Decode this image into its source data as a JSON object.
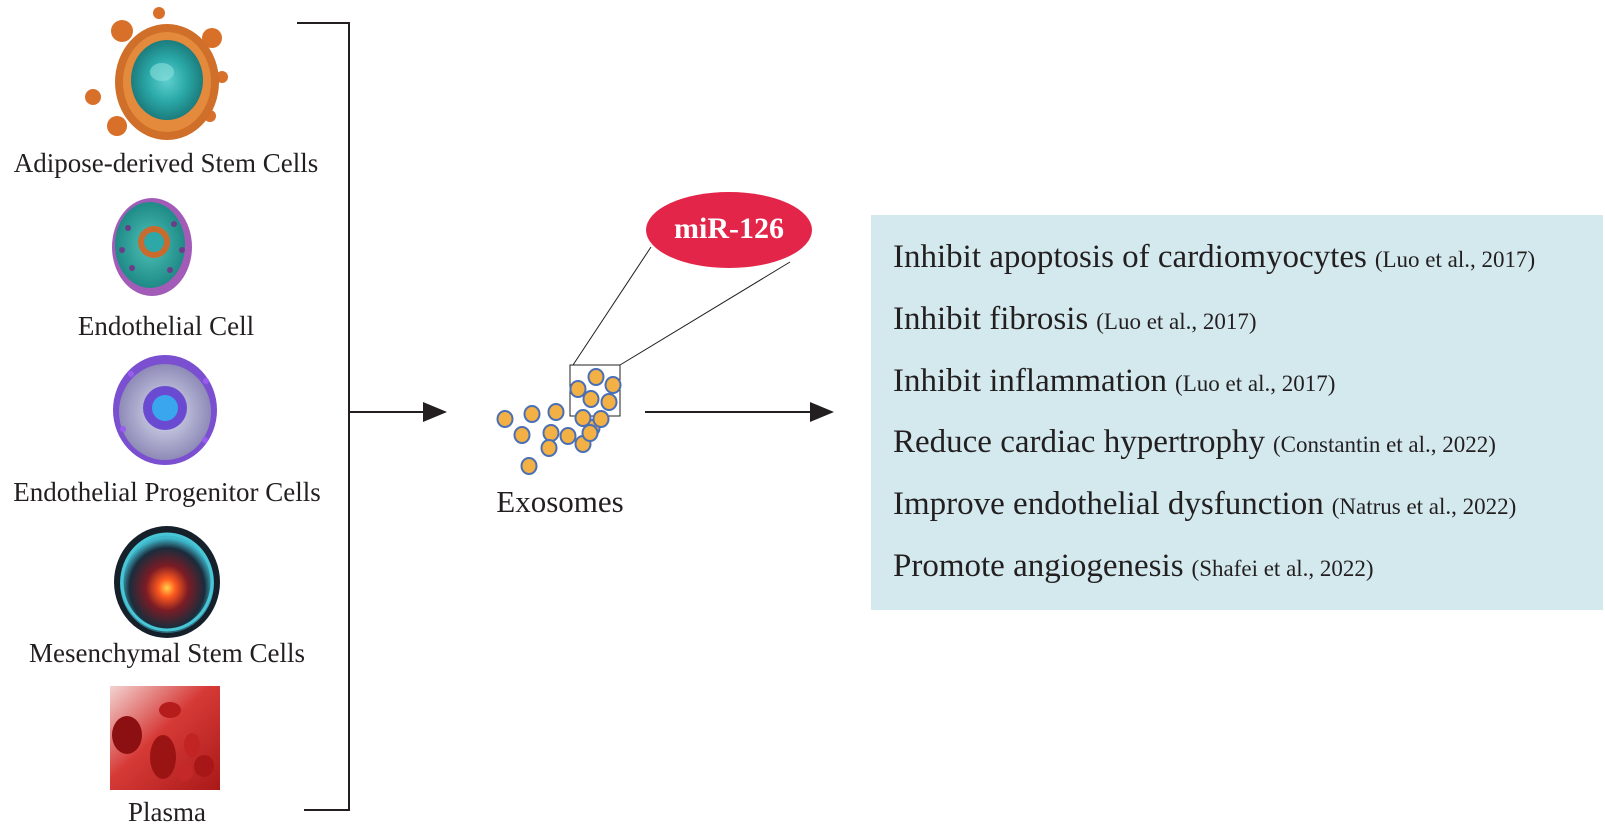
{
  "sources": [
    {
      "label": "Adipose-derived Stem Cells",
      "icon": "adipose-stem-cell-icon"
    },
    {
      "label": "Endothelial Cell",
      "icon": "endothelial-cell-icon"
    },
    {
      "label": "Endothelial Progenitor Cells",
      "icon": "endothelial-progenitor-cell-icon"
    },
    {
      "label": "Mesenchymal Stem Cells",
      "icon": "mesenchymal-stem-cell-icon"
    },
    {
      "label": "Plasma",
      "icon": "plasma-blood-vessel-icon"
    }
  ],
  "exosomes": {
    "label": "Exosomes"
  },
  "mirna": {
    "label": "miR-126",
    "color": "#e4254a"
  },
  "effects": [
    {
      "text": "Inhibit apoptosis of cardiomyocytes",
      "citation": "(Luo et al., 2017)"
    },
    {
      "text": "Inhibit fibrosis",
      "citation": "(Luo et al., 2017)"
    },
    {
      "text": "Inhibit inflammation",
      "citation": "(Luo et al., 2017)"
    },
    {
      "text": "Reduce cardiac hypertrophy",
      "citation": "(Constantin et al., 2022)"
    },
    {
      "text": "Improve endothelial dysfunction",
      "citation": "(Natrus et al., 2022)"
    },
    {
      "text": "Promote angiogenesis",
      "citation": "(Shafei et al., 2022)"
    }
  ],
  "colors": {
    "panel": "#d3e9ee",
    "exosome_fill": "#f3b044",
    "exosome_stroke": "#4a6fb5",
    "line": "#231f20"
  }
}
